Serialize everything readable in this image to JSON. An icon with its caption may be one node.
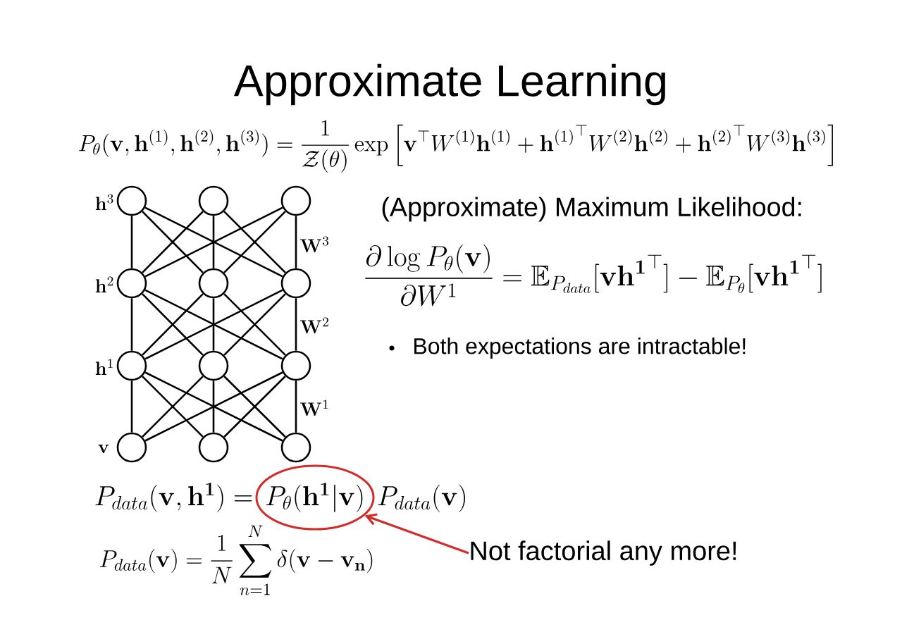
{
  "diagram": {
    "title": "Approximate Learning",
    "nodes": [
      {
        "text": [],
        "shape": "circle",
        "beside": [
          "\\mathbf{h}^3"
        ]
      },
      {
        "text": [],
        "shape": "circle"
      },
      {
        "text": [],
        "shape": "circle"
      },
      {
        "text": [],
        "shape": "circle",
        "beside": [
          "\\mathbf{h}^2"
        ]
      },
      {
        "text": [],
        "shape": "circle"
      },
      {
        "text": [],
        "shape": "circle"
      },
      {
        "text": [],
        "shape": "circle",
        "beside": [
          "\\mathbf{h}^1"
        ]
      },
      {
        "text": [],
        "shape": "circle"
      },
      {
        "text": [],
        "shape": "circle"
      },
      {
        "text": [],
        "shape": "circle",
        "beside": [
          "\\mathbf{v}"
        ]
      },
      {
        "text": [],
        "shape": "circle"
      },
      {
        "text": [],
        "shape": "circle"
      },
      {
        "text": [
          "P_\\theta(\\mathbf{h^1}|\\mathbf{v})"
        ]
      },
      {
        "text": [
          "Not factorial any more!"
        ]
      }
    ],
    "edges": [
      {
        "from": 0,
        "to": 3,
        "arrow": "none"
      },
      {
        "from": 0,
        "to": 4,
        "arrow": "none"
      },
      {
        "from": 0,
        "to": 5,
        "arrow": "none"
      },
      {
        "from": 1,
        "to": 3,
        "arrow": "none"
      },
      {
        "from": 1,
        "to": 4,
        "arrow": "none"
      },
      {
        "from": 1,
        "to": 5,
        "arrow": "none"
      },
      {
        "from": 2,
        "to": 3,
        "arrow": "none"
      },
      {
        "from": 2,
        "to": 4,
        "arrow": "none"
      },
      {
        "from": 2,
        "to": 5,
        "arrow": "none"
      },
      {
        "from": 3,
        "to": 6,
        "arrow": "none"
      },
      {
        "from": 3,
        "to": 7,
        "arrow": "none"
      },
      {
        "from": 3,
        "to": 8,
        "arrow": "none"
      },
      {
        "from": 4,
        "to": 6,
        "arrow": "none"
      },
      {
        "from": 4,
        "to": 7,
        "arrow": "none"
      },
      {
        "from": 4,
        "to": 8,
        "arrow": "none"
      },
      {
        "from": 5,
        "to": 6,
        "arrow": "none"
      },
      {
        "from": 5,
        "to": 7,
        "arrow": "none"
      },
      {
        "from": 5,
        "to": 8,
        "arrow": "none"
      },
      {
        "from": 6,
        "to": 9,
        "arrow": "none"
      },
      {
        "from": 6,
        "to": 10,
        "arrow": "none"
      },
      {
        "from": 6,
        "to": 11,
        "arrow": "none"
      },
      {
        "from": 7,
        "to": 9,
        "arrow": "none"
      },
      {
        "from": 7,
        "to": 10,
        "arrow": "none"
      },
      {
        "from": 7,
        "to": 11,
        "arrow": "none"
      },
      {
        "from": 8,
        "to": 9,
        "arrow": "none"
      },
      {
        "from": 8,
        "to": 10,
        "arrow": "none"
      },
      {
        "from": 8,
        "to": 11,
        "arrow": "none"
      },
      {
        "from": 13,
        "to": 12,
        "arrow": "to",
        "color": "#d42a2a"
      }
    ],
    "labels": [
      "P_\\theta(\\mathbf{v},\\mathbf{h}^{(1)},\\mathbf{h}^{(2)},\\mathbf{h}^{(3)})=\\frac{1}{\\mathcal{Z}(\\theta)}\\exp\\left[\\mathbf{v}^\\top W^{(1)}\\mathbf{h}^{(1)}+{\\mathbf{h}^{(1)}}^\\top W^{(2)}\\mathbf{h}^{(2)}+{\\mathbf{h}^{(2)}}^\\top W^{(3)}\\mathbf{h}^{(3)}\\right]",
      "\\mathbf{W}^3",
      "\\mathbf{W}^2",
      "\\mathbf{W}^1",
      "(Approximate) Maximum Likelihood:",
      "\\frac{\\partial\\log P_\\theta(\\mathbf{v})}{\\partial W^1}=\\mathbb{E}_{P_{data}}[\\mathbf{vh^1}^\\top]-\\mathbb{E}_{P_\\theta}[\\mathbf{vh^1}^\\top]",
      "Both expectations are intractable!",
      "P_{data}(\\mathbf{v},\\mathbf{h^1})=",
      "P_{data}(\\mathbf{v})",
      "P_{data}(\\mathbf{v})=\\frac{1}{N}\\sum_{n=1}^{N}\\delta(\\mathbf{v}-\\mathbf{v_n})"
    ]
  }
}
